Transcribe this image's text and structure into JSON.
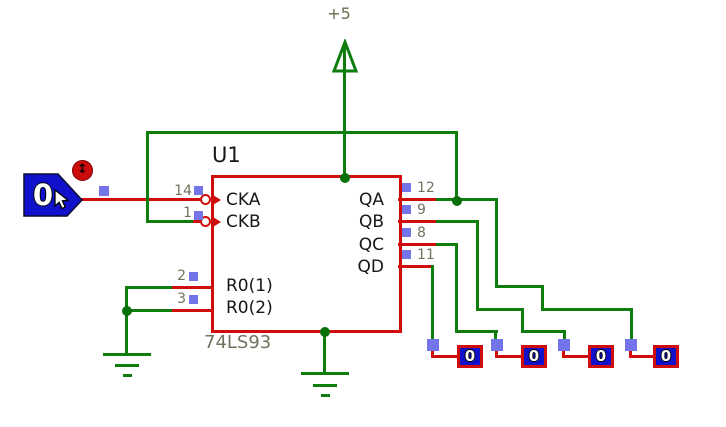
{
  "ic": {
    "reference": "U1",
    "part_number": "74LS93",
    "left_pins": [
      {
        "number": "14",
        "name": "CKA"
      },
      {
        "number": "1",
        "name": "CKB"
      },
      {
        "number": "2",
        "name": "R0(1)"
      },
      {
        "number": "3",
        "name": "R0(2)"
      }
    ],
    "right_pins": [
      {
        "number": "12",
        "name": "QA"
      },
      {
        "number": "9",
        "name": "QB"
      },
      {
        "number": "8",
        "name": "QC"
      },
      {
        "number": "11",
        "name": "QD"
      }
    ]
  },
  "power_terminal": {
    "label": "+5"
  },
  "logic_input": {
    "value": "0",
    "toggle_glyph": "↕"
  },
  "probes": [
    {
      "value": "0"
    },
    {
      "value": "0"
    },
    {
      "value": "0"
    },
    {
      "value": "0"
    }
  ],
  "colors": {
    "wire_green": "#0e7d0e",
    "component_red": "#d00d0d",
    "marker_blue": "#7474ea",
    "logic_blue": "#1111cc",
    "number_gray": "#72725f",
    "label_black": "#161616",
    "power_gray": "#6b6b50",
    "dot_green": "#0a700a"
  }
}
